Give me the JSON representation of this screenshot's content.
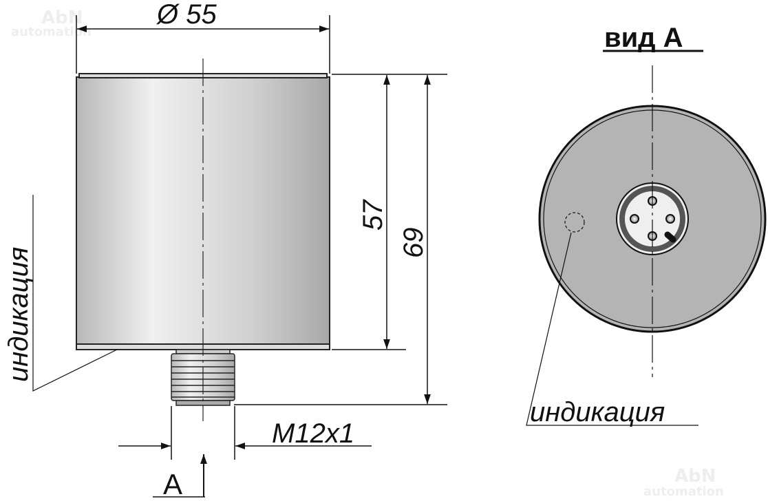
{
  "watermark": {
    "line1": "AbN",
    "line2": "automation"
  },
  "dimensions": {
    "diameter": "Ø 55",
    "body_height": "57",
    "total_height": "69",
    "thread": "M12x1"
  },
  "labels": {
    "view_marker": "A",
    "view_title": "вид А",
    "indication_side": "индикация",
    "indication_front": "индикация"
  },
  "colors": {
    "body": "#c8c8c8",
    "face": "#b4b4b4",
    "line": "#111111"
  }
}
